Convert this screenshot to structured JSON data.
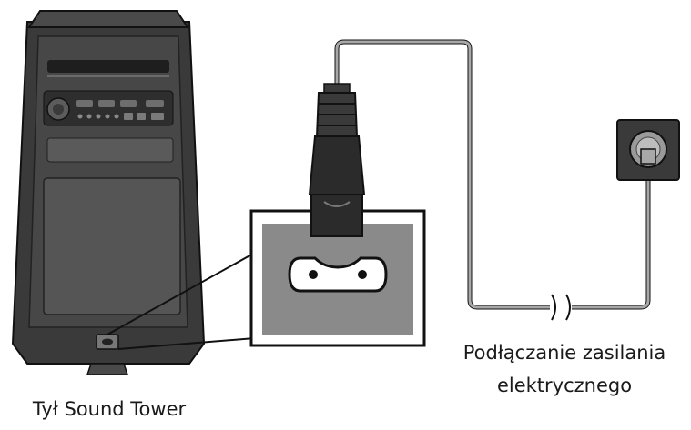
{
  "labels": {
    "tower_back": "Tył Sound Tower",
    "power_line1": "Podłączanie zasilania",
    "power_line2": "elektrycznego"
  },
  "colors": {
    "body_dark": "#3a3a3a",
    "body_mid": "#555555",
    "panel_gray": "#8a8a8a",
    "cable_gray": "#a8a8a8",
    "plug_dark": "#2b2b2b",
    "outline": "#111111"
  }
}
